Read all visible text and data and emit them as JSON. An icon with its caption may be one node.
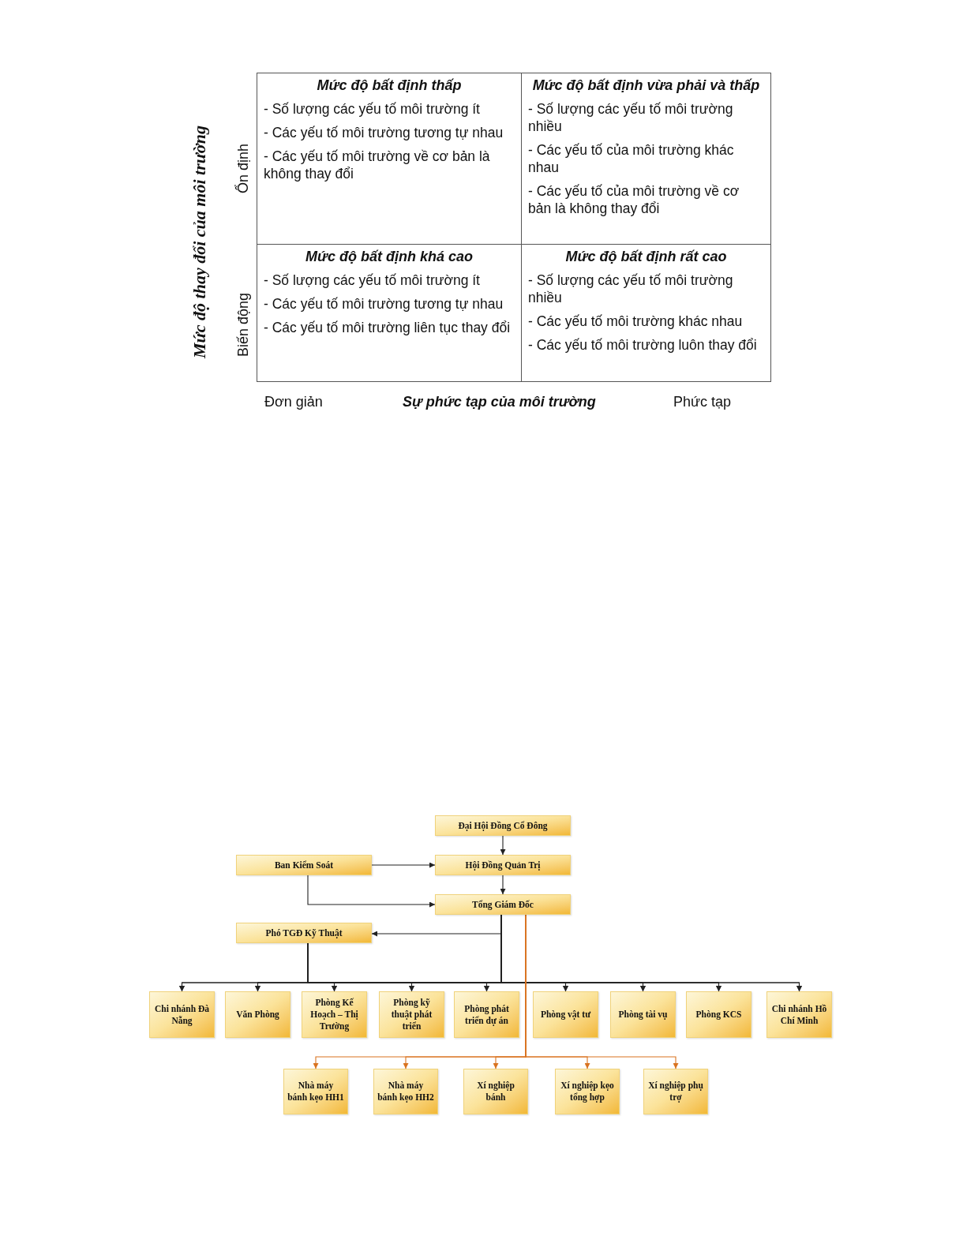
{
  "diagram": {
    "nodes": [
      {
        "text": [
          "Mức độ bất định thấp",
          "- Số lượng các yếu tố môi trường ít",
          "- Các yếu tố môi trường tương tự nhau",
          "- Các yếu tố môi trường về cơ bản là không thay đổi"
        ]
      },
      {
        "text": [
          "Mức độ bất định vừa phải và thấp",
          "- Số lượng các yếu tố môi trường nhiều",
          "- Các yếu tố của môi trường khác nhau",
          "- Các yếu tố của môi trường về cơ bản là không thay đổi"
        ]
      },
      {
        "text": [
          "Mức độ bất định khá cao",
          "- Số lượng các yếu tố môi trường ít",
          "- Các yếu tố môi trường tương tự nhau",
          "- Các yếu tố môi trường liên tục thay đổi"
        ]
      },
      {
        "text": [
          "Mức độ bất định rất cao",
          "- Số lượng các yếu tố môi trường nhiều",
          "- Các yếu tố môi trường khác nhau",
          "- Các yếu tố môi trường luôn thay đổi"
        ]
      },
      {
        "text": [
          "Đại Hội Đồng Cổ Đông"
        ]
      },
      {
        "text": [
          "Ban Kiểm Soát"
        ]
      },
      {
        "text": [
          "Hội Đồng Quản Trị"
        ]
      },
      {
        "text": [
          "Tổng Giám Đốc"
        ]
      },
      {
        "text": [
          "Phó TGĐ Kỹ Thuật"
        ]
      },
      {
        "text": [
          "Chi nhánh Đà Nẵng"
        ]
      },
      {
        "text": [
          "Văn Phòng"
        ]
      },
      {
        "text": [
          "Phòng Kế Hoạch – Thị Trường"
        ]
      },
      {
        "text": [
          "Phòng kỹ thuật phát triển"
        ]
      },
      {
        "text": [
          "Phòng phát triển dự án"
        ]
      },
      {
        "text": [
          "Phòng vật tư"
        ]
      },
      {
        "text": [
          "Phòng tài vụ"
        ]
      },
      {
        "text": [
          "Phòng KCS"
        ]
      },
      {
        "text": [
          "Chi nhánh Hồ Chí Minh"
        ]
      },
      {
        "text": [
          "Nhà máy bánh kẹo HH1"
        ]
      },
      {
        "text": [
          "Nhà máy bánh kẹo HH2"
        ]
      },
      {
        "text": [
          "Xí nghiệp bánh"
        ]
      },
      {
        "text": [
          "Xí nghiệp kẹo tổng hợp"
        ]
      },
      {
        "text": [
          "Xí nghiệp phụ trợ"
        ]
      }
    ],
    "edges": [
      {
        "from": 4,
        "to": 6,
        "arrow": "to"
      },
      {
        "from": 5,
        "to": 6,
        "arrow": "to"
      },
      {
        "from": 5,
        "to": 7,
        "arrow": "to"
      },
      {
        "from": 6,
        "to": 7,
        "arrow": "to"
      },
      {
        "from": 7,
        "to": 8,
        "arrow": "to"
      },
      {
        "from": 8,
        "to": 9,
        "arrow": "to"
      },
      {
        "from": 8,
        "to": 10,
        "arrow": "to"
      },
      {
        "from": 8,
        "to": 11,
        "arrow": "to"
      },
      {
        "from": 8,
        "to": 12,
        "arrow": "to"
      },
      {
        "from": 8,
        "to": 13,
        "arrow": "to"
      },
      {
        "from": 8,
        "to": 14,
        "arrow": "to"
      },
      {
        "from": 8,
        "to": 15,
        "arrow": "to"
      },
      {
        "from": 8,
        "to": 16,
        "arrow": "to"
      },
      {
        "from": 8,
        "to": 17,
        "arrow": "to"
      },
      {
        "from": 7,
        "to": 9,
        "arrow": "to"
      },
      {
        "from": 7,
        "to": 10,
        "arrow": "to"
      },
      {
        "from": 7,
        "to": 11,
        "arrow": "to"
      },
      {
        "from": 7,
        "to": 12,
        "arrow": "to"
      },
      {
        "from": 7,
        "to": 13,
        "arrow": "to"
      },
      {
        "from": 7,
        "to": 14,
        "arrow": "to"
      },
      {
        "from": 7,
        "to": 15,
        "arrow": "to"
      },
      {
        "from": 7,
        "to": 16,
        "arrow": "to"
      },
      {
        "from": 7,
        "to": 17,
        "arrow": "to"
      },
      {
        "from": 7,
        "to": 18,
        "arrow": "to",
        "color": "#d9731f"
      },
      {
        "from": 7,
        "to": 19,
        "arrow": "to",
        "color": "#d9731f"
      },
      {
        "from": 7,
        "to": 20,
        "arrow": "to",
        "color": "#d9731f"
      },
      {
        "from": 7,
        "to": 21,
        "arrow": "to",
        "color": "#d9731f"
      },
      {
        "from": 7,
        "to": 22,
        "arrow": "to",
        "color": "#d9731f"
      }
    ],
    "labels": [
      "Mức độ thay đổi của môi trường",
      "Ổn định",
      "Biến động",
      "Đơn giản",
      "Sự phức tạp của môi trường",
      "Phức tạp"
    ]
  }
}
